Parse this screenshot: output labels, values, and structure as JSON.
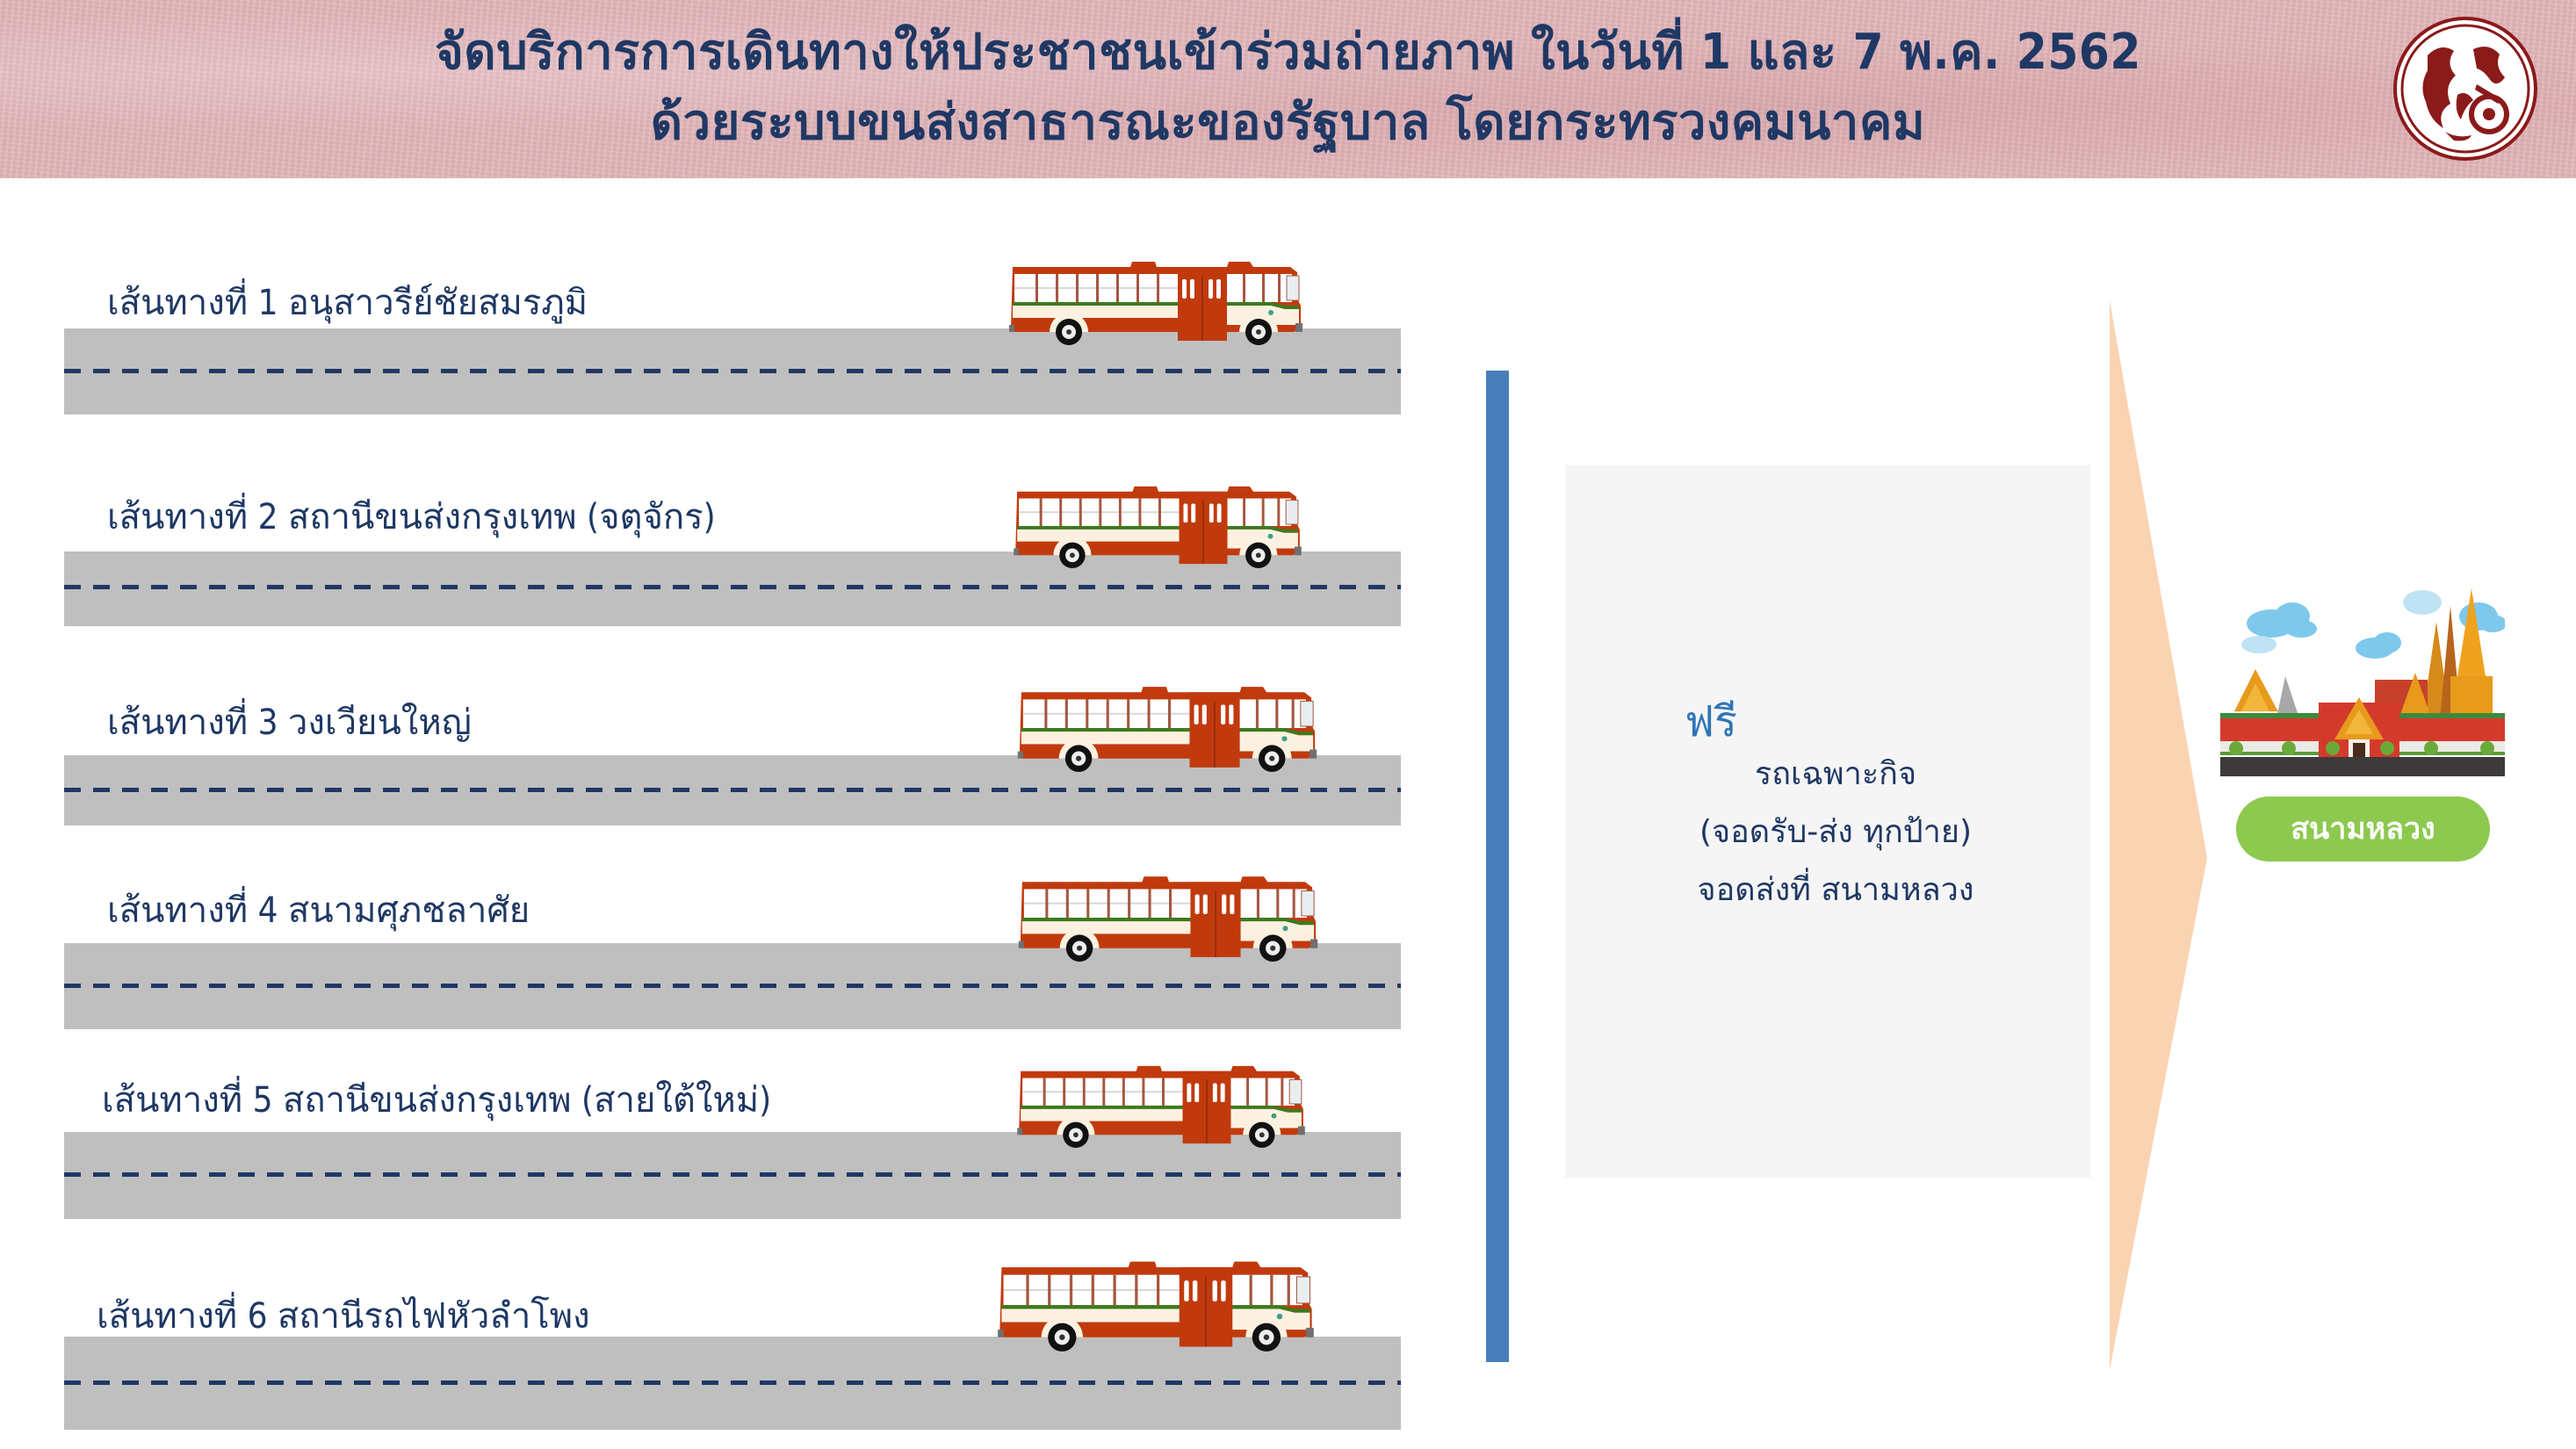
{
  "header": {
    "title_line1": "จัดบริการการเดินทางให้ประชาชนเข้าร่วมถ่ายภาพ ในวันที่ 1 และ 7 พ.ค. 2562",
    "title_line2": "ด้วยระบบขนส่งสาธารณะของรัฐบาล โดยกระทรวงคมนาคม",
    "logo_icon": "ministry-seal-icon",
    "background_color": "#E3B6BA",
    "title_color": "#1F3864"
  },
  "routes": [
    {
      "label": "เส้นทางที่ 1 อนุสาวรีย์ชัยสมรภูมิ",
      "icon": "bus-icon"
    },
    {
      "label": "เส้นทางที่ 2 สถานีขนส่งกรุงเทพ (จตุจักร)",
      "icon": "bus-icon"
    },
    {
      "label": "เส้นทางที่ 3 วงเวียนใหญ่",
      "icon": "bus-icon"
    },
    {
      "label": "เส้นทางที่ 4 สนามศุภชลาศัย",
      "icon": "bus-icon"
    },
    {
      "label": "เส้นทางที่ 5 สถานีขนส่งกรุงเทพ (สายใต้ใหม่)",
      "icon": "bus-icon"
    },
    {
      "label": "เส้นทางที่ 6 สถานีรถไฟหัวลำโพง",
      "icon": "bus-icon"
    }
  ],
  "service": {
    "free_label": "ฟรี",
    "line1": "รถเฉพาะกิจ",
    "line2": "(จอดรับ-ส่ง ทุกป้าย)",
    "line3": "จอดส่งที่ สนามหลวง"
  },
  "destination": {
    "label": "สนามหลวง",
    "icon": "grand-palace-icon",
    "pill_color": "#8DC94F"
  },
  "colors": {
    "road": "#BFBFBF",
    "lane_dash": "#1F3864",
    "divider_bar": "#4A7EBB",
    "info_box": "#F5F5F5",
    "arrow": "#FAD3B2",
    "free_text": "#2E75B6",
    "bus_red": "#C13A0E",
    "bus_cream": "#FCF1E0",
    "bus_green": "#3C7A1E"
  }
}
